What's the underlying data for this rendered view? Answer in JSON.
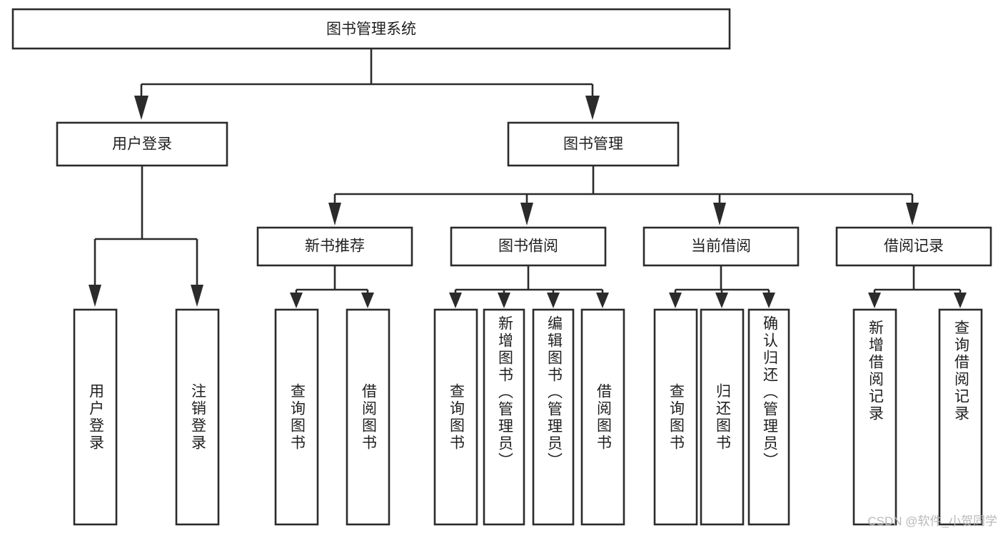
{
  "diagram": {
    "title": "图书管理系统",
    "type": "tree",
    "orientation": "top-down",
    "watermark": "CSDN @软件_小贺同学",
    "colors": {
      "box_stroke": "#2b2b2b",
      "box_fill": "#ffffff",
      "connector": "#2b2b2b",
      "text": "#1f1f1f",
      "watermark": "#b9b9b9",
      "background": "#ffffff"
    },
    "root": {
      "label": "图书管理系统",
      "orientation": "horizontal"
    },
    "level2": [
      {
        "label": "用户登录",
        "orientation": "horizontal"
      },
      {
        "label": "图书管理",
        "orientation": "horizontal"
      }
    ],
    "level3": [
      {
        "label": "新书推荐",
        "orientation": "horizontal"
      },
      {
        "label": "图书借阅",
        "orientation": "horizontal"
      },
      {
        "label": "当前借阅",
        "orientation": "horizontal"
      },
      {
        "label": "借阅记录",
        "orientation": "horizontal"
      }
    ],
    "leaves": {
      "user_login": [
        {
          "label": "用户登录",
          "orientation": "vertical"
        },
        {
          "label": "注销登录",
          "orientation": "vertical"
        }
      ],
      "new_book_recommend": [
        {
          "label": "查询图书",
          "orientation": "vertical"
        },
        {
          "label": "借阅图书",
          "orientation": "vertical"
        }
      ],
      "book_borrow": [
        {
          "label": "查询图书",
          "orientation": "vertical"
        },
        {
          "label": "新增图书（管理员）",
          "orientation": "vertical"
        },
        {
          "label": "编辑图书（管理员）",
          "orientation": "vertical"
        },
        {
          "label": "借阅图书",
          "orientation": "vertical"
        }
      ],
      "current_borrow": [
        {
          "label": "查询图书",
          "orientation": "vertical"
        },
        {
          "label": "归还图书",
          "orientation": "vertical"
        },
        {
          "label": "确认归还（管理员）",
          "orientation": "vertical"
        }
      ],
      "borrow_record": [
        {
          "label": "新增借阅记录",
          "orientation": "vertical"
        },
        {
          "label": "查询借阅记录",
          "orientation": "vertical"
        }
      ]
    }
  }
}
